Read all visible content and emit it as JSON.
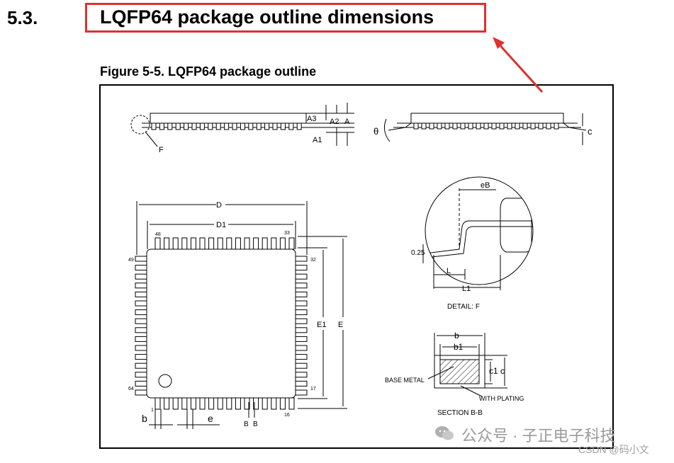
{
  "section": {
    "number": "5.3.",
    "title": "LQFP64 package outline dimensions"
  },
  "figure": {
    "caption": "Figure 5-5. LQFP64 package outline",
    "side_view_labels": {
      "a3": "A3",
      "a2": "A2",
      "a": "A",
      "a1": "A1",
      "f": "F"
    },
    "side_view2_labels": {
      "theta": "θ",
      "c": "c"
    },
    "top_view_labels": {
      "d": "D",
      "d1": "D1",
      "e1": "E1",
      "e": "E",
      "pin48": "48",
      "pin33": "33",
      "pin49": "49",
      "pin32": "32",
      "pin64": "64",
      "pin17": "17",
      "pin1": "1",
      "pin16": "16",
      "b": "b",
      "e_pitch": "e",
      "b_sec1": "B",
      "b_sec2": "B"
    },
    "detail_labels": {
      "eb": "eB",
      "gauge": "0.25",
      "l": "L",
      "l1": "L1",
      "caption": "DETAIL:  F"
    },
    "section_labels": {
      "b": "b",
      "b1": "b1",
      "c1": "c1",
      "c": "c",
      "base_metal": "BASE METAL",
      "with_plating": "WITH PLATING",
      "caption": "SECTION B-B"
    }
  },
  "watermark": {
    "text": "公众号 · 子正电子科技",
    "csdn": "CSDN @码小文"
  },
  "colors": {
    "highlight": "#e03030",
    "watermark": "#9a9a9a"
  }
}
